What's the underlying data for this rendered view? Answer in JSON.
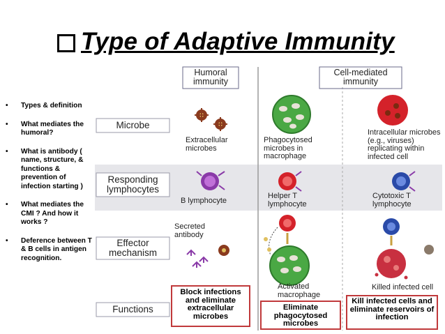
{
  "title": "Type of Adaptive Immunity",
  "bullets": [
    "Types & definition",
    "What mediates the humoral?",
    "What is antibody ( name, structure, & functions & prevention of infection starting )",
    "What mediates the CMI ? And how it works ?",
    "Deference between T & B cells in antigen recognition."
  ],
  "diagram": {
    "col_headers": [
      "Humoral immunity",
      "Cell-mediated immunity"
    ],
    "row_labels": [
      "Microbe",
      "Responding lymphocytes",
      "Effector mechanism",
      "Functions"
    ],
    "microbe": [
      "Extracellular microbes",
      "Phagocytosed microbes in macrophage",
      "Intracellular microbes (e.g., viruses) replicating within infected cell"
    ],
    "lymphocytes": [
      "B lymphocyte",
      "Helper T lymphocyte",
      "Cytotoxic T lymphocyte"
    ],
    "effector": [
      "Secreted antibody",
      "Activated macrophage",
      "Killed infected cell"
    ],
    "functions": [
      "Block infections and eliminate extracellular microbes",
      "Eliminate phagocytosed microbes",
      "Kill infected cells and eliminate reservoirs of infection"
    ]
  }
}
